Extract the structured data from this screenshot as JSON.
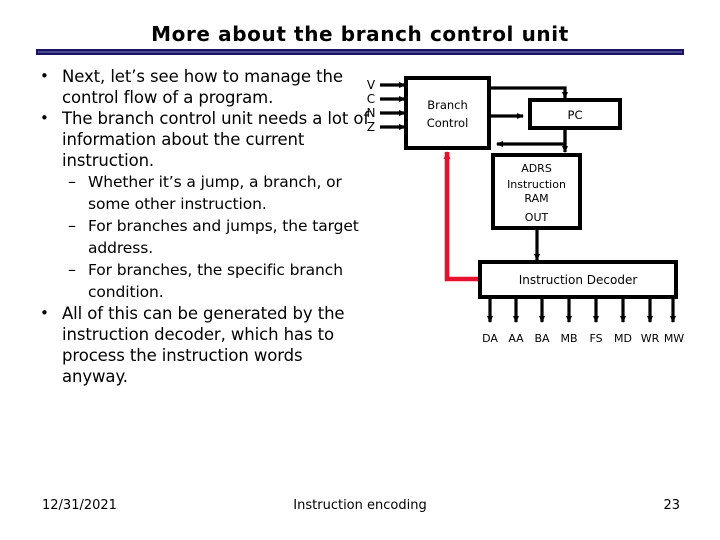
{
  "slide": {
    "title": "More about the branch control unit",
    "divider_color": "#1b1464"
  },
  "body": {
    "bullets": [
      {
        "level": 1,
        "marker": "•",
        "text": "Next, let’s see how to manage the control flow of a program."
      },
      {
        "level": 1,
        "marker": "•",
        "text": "The branch control unit needs a lot of information about the current instruction."
      },
      {
        "level": 2,
        "marker": "–",
        "text": "Whether it’s a jump, a branch, or some other instruction."
      },
      {
        "level": 2,
        "marker": "–",
        "text": "For branches and jumps, the target address."
      },
      {
        "level": 2,
        "marker": "–",
        "text": "For branches, the specific branch condition."
      },
      {
        "level": 1,
        "marker": "•",
        "text": "All of this can be generated by the instruction decoder, which has to process the instruction words anyway."
      }
    ]
  },
  "diagram": {
    "flag_inputs": [
      "V",
      "C",
      "N",
      "Z"
    ],
    "branch_control": {
      "line1": "Branch",
      "line2": "Control"
    },
    "pc": {
      "label": "PC"
    },
    "instruction_ram": {
      "adrs": "ADRS",
      "line1": "Instruction",
      "line2": "RAM",
      "out": "OUT"
    },
    "instruction_decoder": {
      "label": "Instruction Decoder"
    },
    "decoder_outputs": [
      "DA",
      "AA",
      "BA",
      "MB",
      "FS",
      "MD",
      "WR",
      "MW"
    ],
    "highlight_color": "#e8112d",
    "wire_color": "#000000"
  },
  "footer": {
    "date": "12/31/2021",
    "center": "Instruction encoding",
    "page": "23"
  }
}
